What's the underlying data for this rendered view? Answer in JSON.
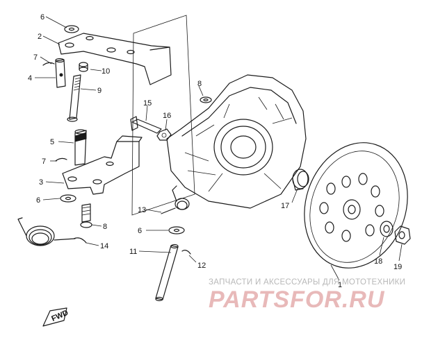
{
  "callouts": [
    {
      "id": "c6a",
      "text": "6"
    },
    {
      "id": "c2",
      "text": "2"
    },
    {
      "id": "c7a",
      "text": "7"
    },
    {
      "id": "c10",
      "text": "10"
    },
    {
      "id": "c4",
      "text": "4"
    },
    {
      "id": "c9",
      "text": "9"
    },
    {
      "id": "c8a",
      "text": "8"
    },
    {
      "id": "c15",
      "text": "15"
    },
    {
      "id": "c16",
      "text": "16"
    },
    {
      "id": "c5",
      "text": "5"
    },
    {
      "id": "c7b",
      "text": "7"
    },
    {
      "id": "c3",
      "text": "3"
    },
    {
      "id": "c6b",
      "text": "6"
    },
    {
      "id": "c17",
      "text": "17"
    },
    {
      "id": "c13",
      "text": "13"
    },
    {
      "id": "c8b",
      "text": "8"
    },
    {
      "id": "c6c",
      "text": "6"
    },
    {
      "id": "c14",
      "text": "14"
    },
    {
      "id": "c11",
      "text": "11"
    },
    {
      "id": "c12",
      "text": "12"
    },
    {
      "id": "c1",
      "text": "1"
    },
    {
      "id": "c18",
      "text": "18"
    },
    {
      "id": "c19",
      "text": "19"
    }
  ],
  "direction_marker": "FWD",
  "watermark": {
    "caption": "ЗАПЧАСТИ И АКСЕССУАРЫ ДЛЯ МОТОТЕХНИКИ",
    "logo": "PARTSFOR.RU",
    "color": "#e8b9b9"
  }
}
